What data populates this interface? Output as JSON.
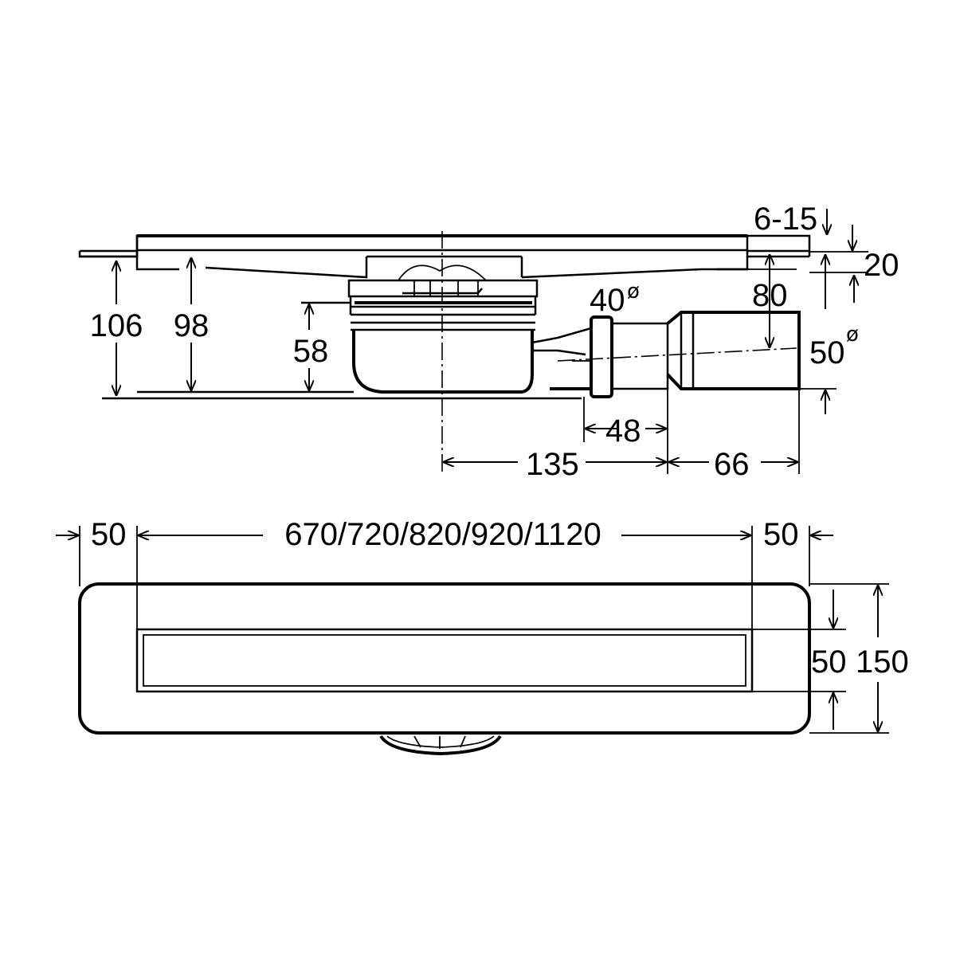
{
  "side_view": {
    "dimensions": {
      "cover_adjust": "6-15",
      "frame_height": "20",
      "outlet_height": "80",
      "total_height_outer": "106",
      "total_height_inner": "98",
      "trap_height": "58",
      "pipe_40_value": "40",
      "pipe_50_value": "50",
      "diameter_symbol": "ø",
      "socket_length": "48",
      "outlet_offset": "135",
      "pipe_length": "66"
    }
  },
  "top_view": {
    "dimensions": {
      "left_margin": "50",
      "lengths": "670/720/820/920/1120",
      "right_margin": "50",
      "channel_width": "50",
      "total_width": "150"
    }
  }
}
